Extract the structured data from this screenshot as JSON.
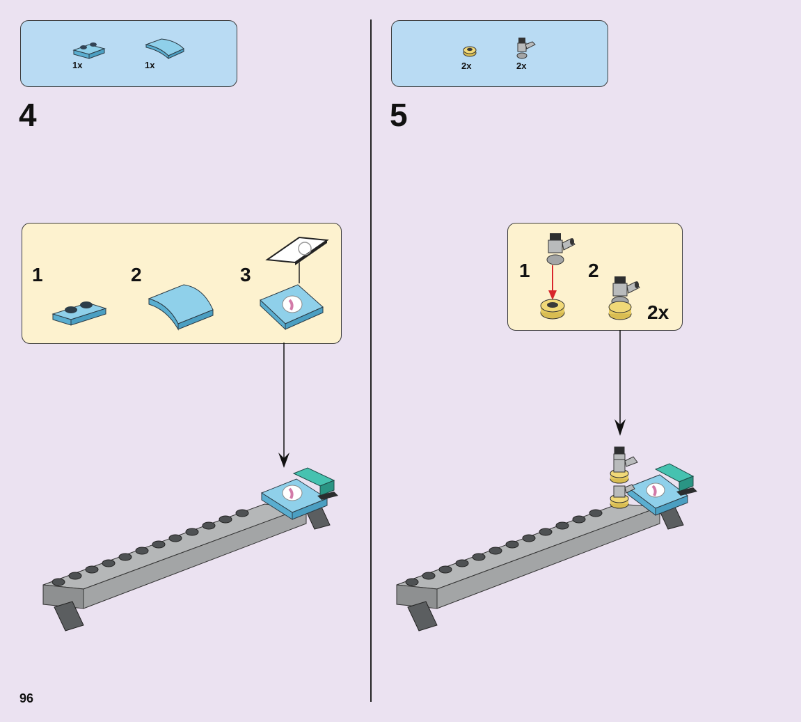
{
  "page_number": "96",
  "step4": {
    "number": "4",
    "parts": [
      {
        "qty": "1x",
        "part": "plate-1x2-medium-azure"
      },
      {
        "qty": "1x",
        "part": "curved-slope-2x2-medium-azure"
      }
    ],
    "subassembly": {
      "steps": [
        "1",
        "2",
        "3"
      ]
    }
  },
  "step5": {
    "number": "5",
    "parts": [
      {
        "qty": "2x",
        "part": "round-plate-gold"
      },
      {
        "qty": "2x",
        "part": "faucet-tap-light-gray"
      }
    ],
    "subassembly": {
      "steps": [
        "1",
        "2"
      ],
      "multiplier": "2x"
    }
  },
  "colors": {
    "background": "#ebe2f1",
    "parts_box": "#b9dbf3",
    "subassembly_box": "#fdf2cf",
    "azure": "#6fc3e3",
    "gray": "#9b9d9e",
    "dark_gray": "#6b6e70",
    "gold": "#e8cf6a",
    "teal": "#2fa89a",
    "red_arrow": "#d8262b"
  }
}
